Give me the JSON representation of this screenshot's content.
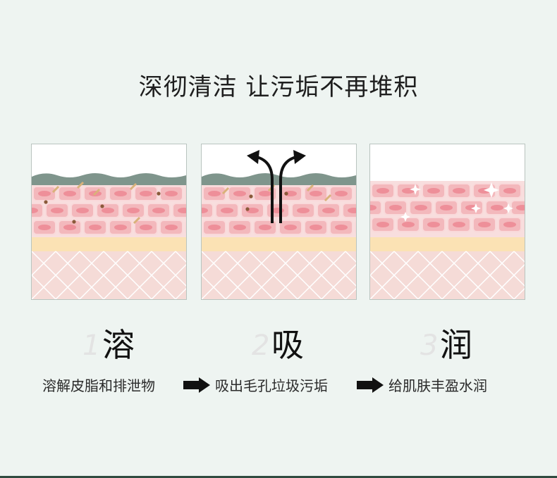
{
  "title": "深彻清洁 让污垢不再堆积",
  "steps": [
    {
      "num": "1",
      "word": "溶"
    },
    {
      "num": "2",
      "word": "吸"
    },
    {
      "num": "3",
      "word": "润"
    }
  ],
  "descriptions": [
    "溶解皮脂和排泄物",
    "吸出毛孔垃圾污垢",
    "给肌肤丰盈水润"
  ],
  "colors": {
    "background": "#eef4f1",
    "dirt_layer": "#7f958c",
    "cell_fill": "#f3b8bc",
    "cell_border": "#f9d9da",
    "skin_base": "#f8dede",
    "fat_layer": "#fbe2b4",
    "dermis": "#f5dbd7",
    "arrow": "#111111"
  },
  "icons": [
    "right-arrow-icon",
    "up-arrow-icon",
    "sparkle-icon"
  ]
}
